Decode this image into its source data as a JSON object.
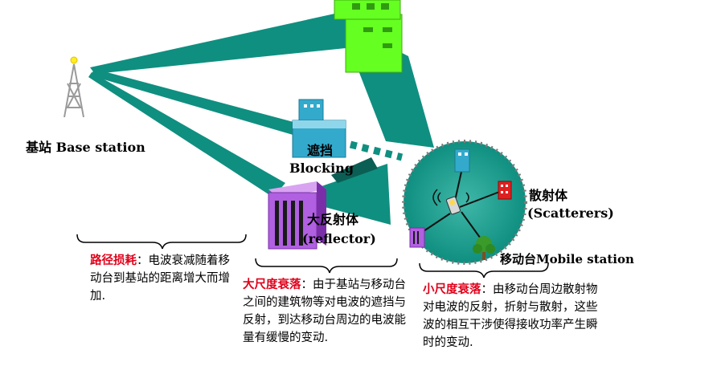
{
  "labels": {
    "base_station": "基站 Base station",
    "blocking_cn": "遮挡",
    "blocking_en": "Blocking",
    "reflector_cn": "大反射体",
    "reflector_en": "(reflector)",
    "scatterers_cn": "散射体",
    "scatterers_en": "(Scatterers)",
    "mobile_station": "移动台Mobile station"
  },
  "notes": {
    "path_loss": {
      "heading": "路径损耗",
      "text": "：电波衰减随着移动台到基站的距离增大而增加."
    },
    "large_scale": {
      "heading": "大尺度衰落",
      "text": "：由于基站与移动台之间的建筑物等对电波的遮挡与反射，到达移动台周边的电波能量有缓慢的变动."
    },
    "small_scale": {
      "heading": "小尺度衰落",
      "text": "：由移动台周边散射物对电波的反射，折射与散射，这些波的相互干涉使得接收功率产生瞬时的变动."
    }
  },
  "colors": {
    "beam": "#0f8f80",
    "beam_dark": "#0b5e54",
    "top_building": "#66ff22",
    "blocking_building": "#33aacc",
    "reflector_building": "#b060e0",
    "scatterer_building": "#e02020",
    "cell_area": "#0f8f80",
    "heading_red": "#e0001a"
  }
}
